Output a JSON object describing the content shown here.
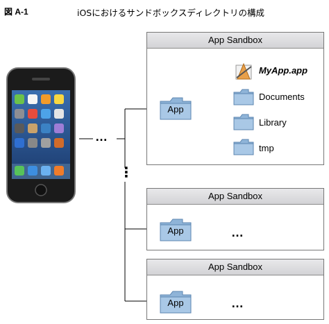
{
  "figure": {
    "label": "図 A-1",
    "title": "iOSにおけるサンドボックスディレクトリの構成"
  },
  "sandboxes": [
    {
      "title": "App Sandbox",
      "app_label": "App",
      "items": [
        "MyApp.app",
        "Documents",
        "Library",
        "tmp"
      ]
    },
    {
      "title": "App Sandbox",
      "app_label": "App",
      "ellipsis": "…"
    },
    {
      "title": "App Sandbox",
      "app_label": "App",
      "ellipsis": "…"
    }
  ],
  "flow": {
    "ellipsis_horizontal": "…",
    "ellipsis_vertical": "⋮"
  },
  "colors": {
    "folder": "#8fb4d8",
    "line": "#000000",
    "header": "#d9d9dc"
  }
}
